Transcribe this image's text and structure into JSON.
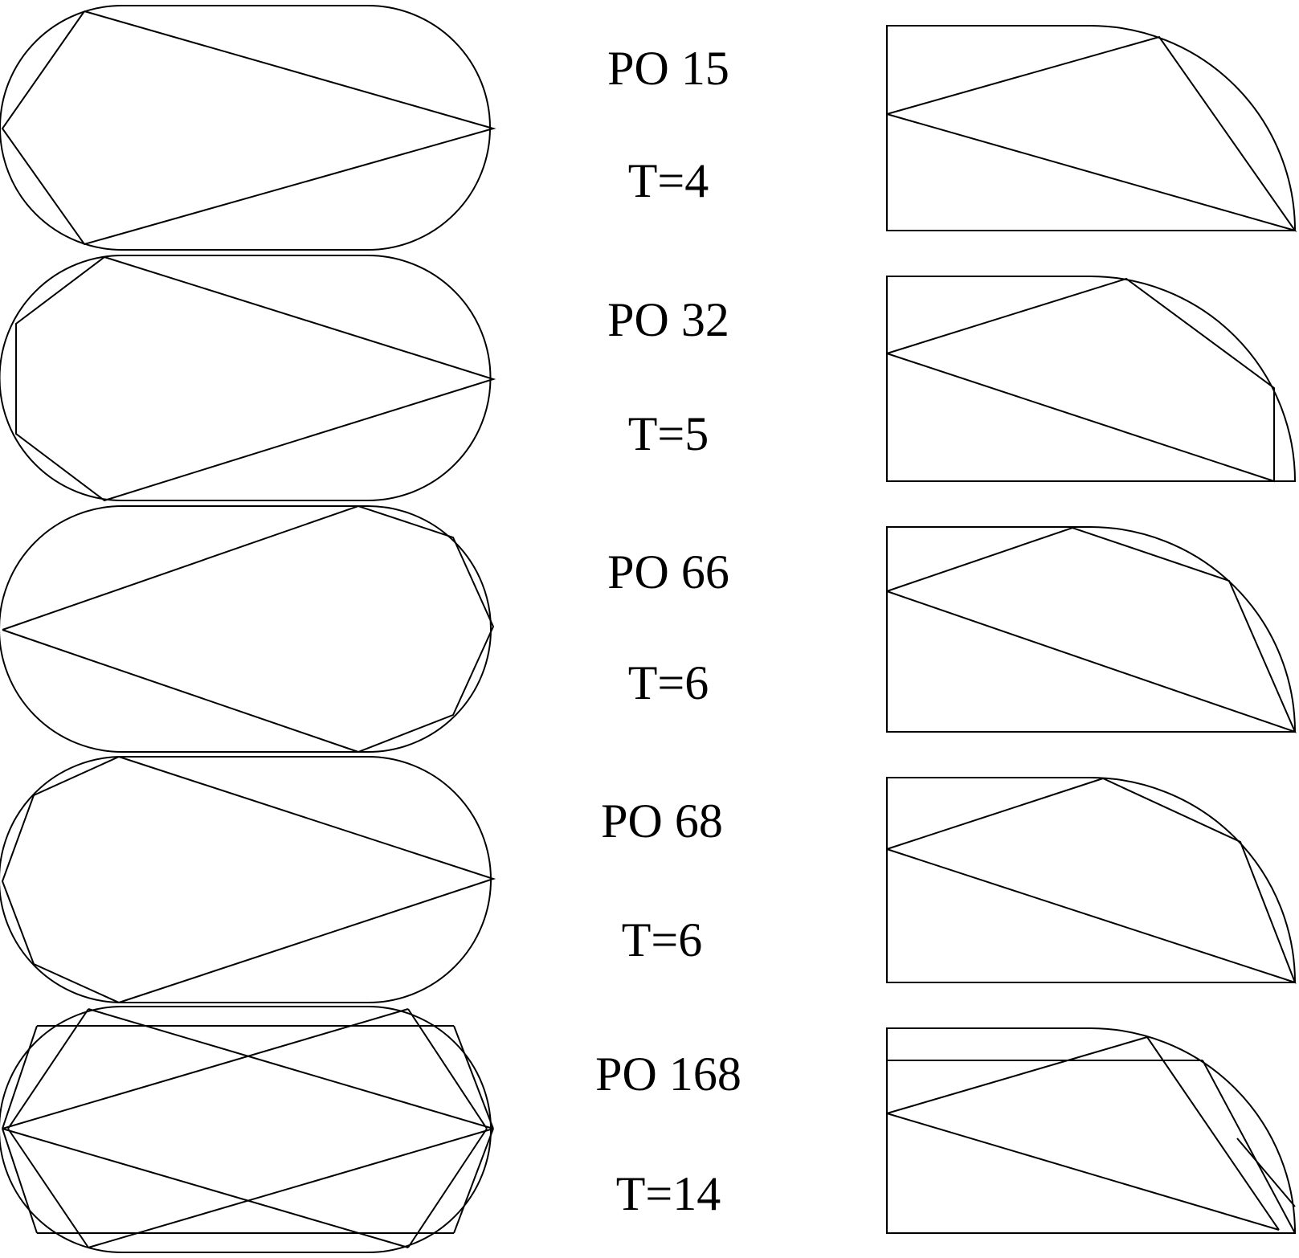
{
  "figure": {
    "line_color": "#000000",
    "background": "#ffffff",
    "rows": [
      {
        "po_label": "PO 15",
        "period_label": "T=4"
      },
      {
        "po_label": "PO 32",
        "period_label": "T=5"
      },
      {
        "po_label": "PO 66",
        "period_label": "T=6"
      },
      {
        "po_label": "PO 68",
        "period_label": "T=6"
      },
      {
        "po_label": "PO 168",
        "period_label": "T=14"
      }
    ]
  }
}
